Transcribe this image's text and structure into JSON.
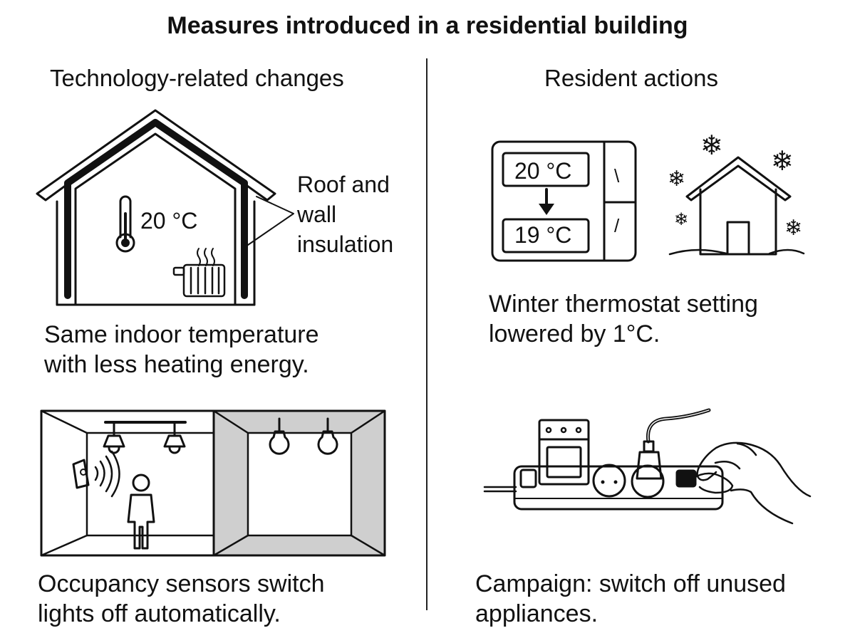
{
  "title": "Measures introduced in a residential building",
  "left": {
    "heading": "Technology-related changes",
    "insulation_panel": {
      "temperature": "20 °C",
      "label_lines": [
        "Roof and",
        "wall",
        "insulation"
      ],
      "caption_lines": [
        "Same indoor temperature",
        "with less heating energy."
      ]
    },
    "lighting_panel": {
      "caption_lines": [
        "Occupancy sensors switch",
        "lights off automatically."
      ]
    }
  },
  "right": {
    "heading": "Resident actions",
    "thermostat_panel": {
      "from_temperature": "20 °C",
      "to_temperature": "19 °C",
      "button_up": "\\",
      "button_down": "/",
      "caption_lines": [
        "Winter thermostat setting",
        "lowered by 1°C."
      ]
    },
    "appliance_panel": {
      "caption_lines": [
        "Campaign: switch off unused",
        "appliances."
      ]
    }
  },
  "colors": {
    "ink": "#111111",
    "dark_room": "#cfcfcf",
    "dark_room_wall": "#bdbdbd"
  }
}
